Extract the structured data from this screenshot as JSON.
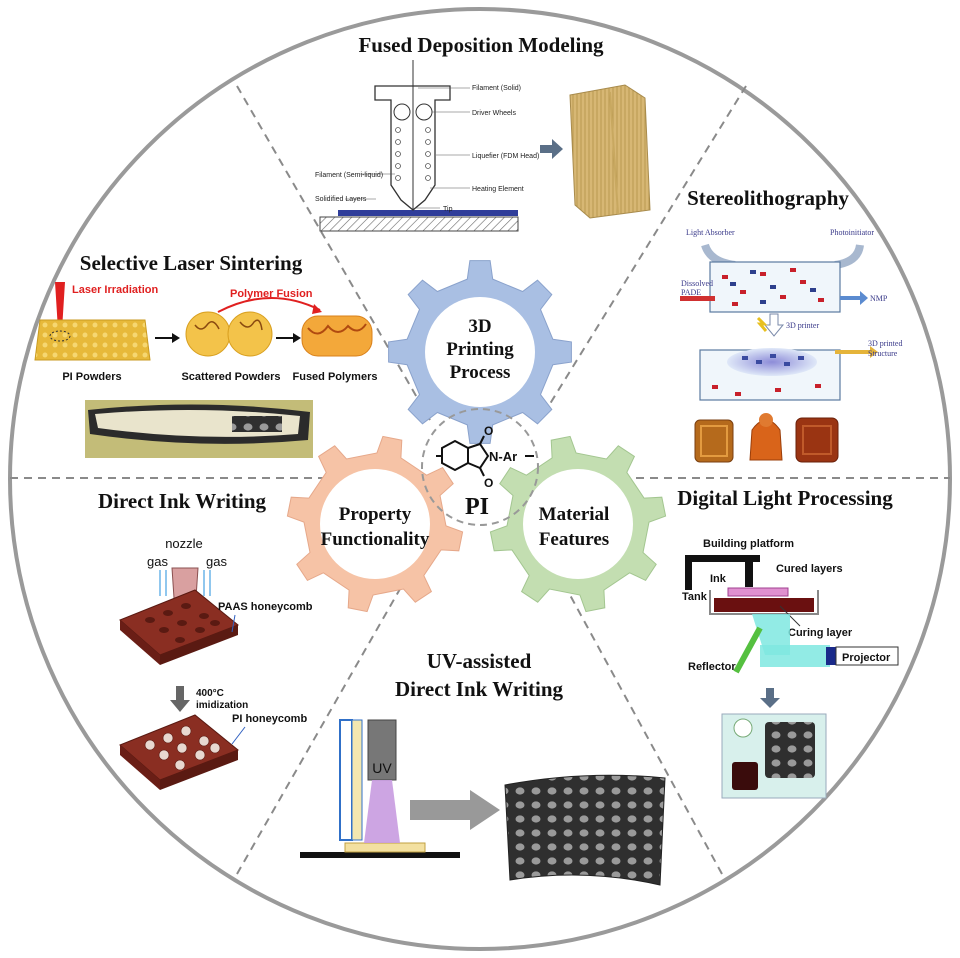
{
  "sections": {
    "fdm": {
      "title": "Fused Deposition Modeling",
      "labels": [
        "Filament (Solid)",
        "Driver Wheels",
        "Liquefier (FDM Head)",
        "Filament (Semi-liquid)",
        "Heating Element",
        "Solidified Layers",
        "Tip"
      ]
    },
    "sla": {
      "title": "Stereolithography",
      "labels": {
        "light_absorber": "Light Absorber",
        "photoinitiator": "Photoinitiator",
        "dissolved": "Dissolved",
        "pade": "PADE",
        "nmp": "NMP",
        "printer": "3D printer",
        "printed_1": "3D printed",
        "printed_2": "Structure"
      }
    },
    "sls": {
      "title": "Selective Laser Sintering",
      "laser": "Laser Irradiation",
      "fusion": "Polymer Fusion",
      "steps": [
        "PI Powders",
        "Scattered Powders",
        "Fused Polymers"
      ]
    },
    "diw": {
      "title": "Direct Ink Writing",
      "nozzle": "nozzle",
      "gas": "gas",
      "paas": "PAAS honeycomb",
      "temp": "400°C",
      "imid": "imidization",
      "pi_honeycomb": "PI honeycomb"
    },
    "uv_diw": {
      "title_1": "UV-assisted",
      "title_2": "Direct Ink Writing",
      "uv": "UV"
    },
    "dlp": {
      "title": "Digital Light Processing",
      "labels": {
        "building_platform": "Building platform",
        "cured_layers": "Cured layers",
        "ink": "Ink",
        "tank": "Tank",
        "curing_layer": "Curing layer",
        "reflector": "Reflector",
        "projector": "Projector"
      }
    }
  },
  "center": {
    "gear_top": [
      "3D",
      "Printing",
      "Process"
    ],
    "gear_left": [
      "Property",
      "Functionality"
    ],
    "gear_right": [
      "Material",
      "Features"
    ],
    "pi_label": "PI",
    "structure_text": "N-Ar",
    "oxygen": "O"
  },
  "colors": {
    "gear_top": "#a9bfe3",
    "gear_left": "#f6c3a6",
    "gear_right": "#c3deb1",
    "circle_border": "#9a9a9a",
    "divider": "#8a8a8a",
    "laser_red": "#e02020",
    "pi_brown": "#8a2e22",
    "dlp_cyan": "#7fe7e0"
  }
}
